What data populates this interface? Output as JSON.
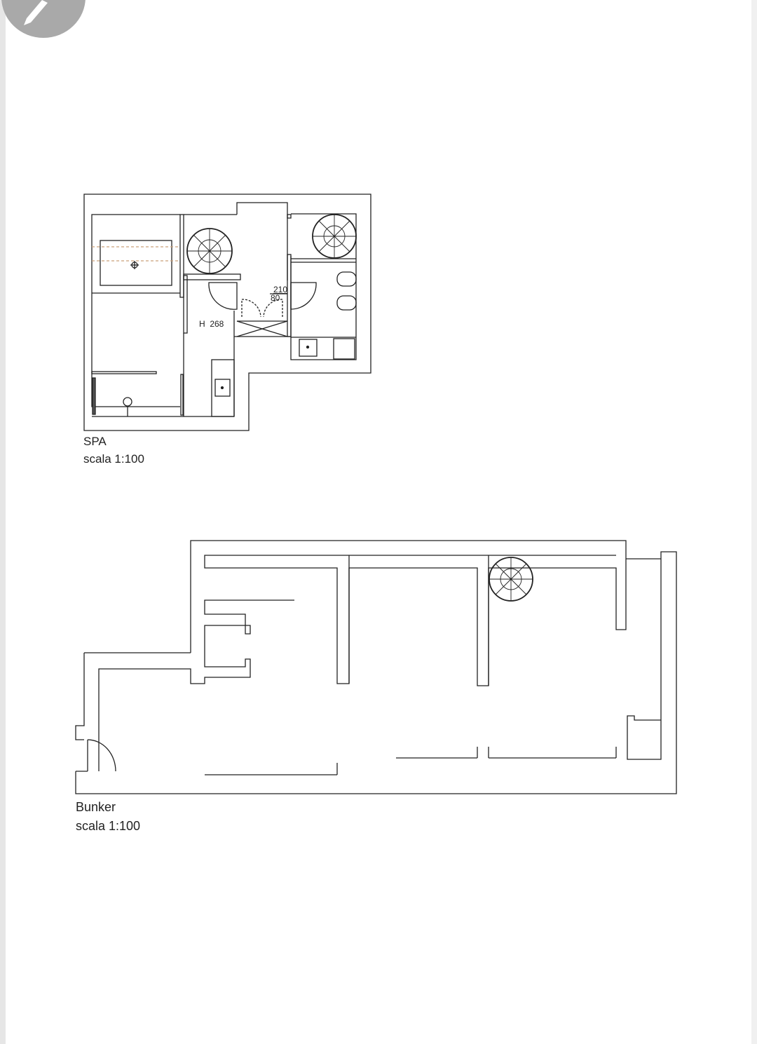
{
  "toolbar": {
    "markup_icon": "pencil-icon"
  },
  "plans": [
    {
      "title": "SPA",
      "scale": "scala 1:100",
      "annotations": {
        "door_height": "210",
        "door_width": "80",
        "ceiling_height": "H  268"
      }
    },
    {
      "title": "Bunker",
      "scale": "scala 1:100"
    }
  ]
}
